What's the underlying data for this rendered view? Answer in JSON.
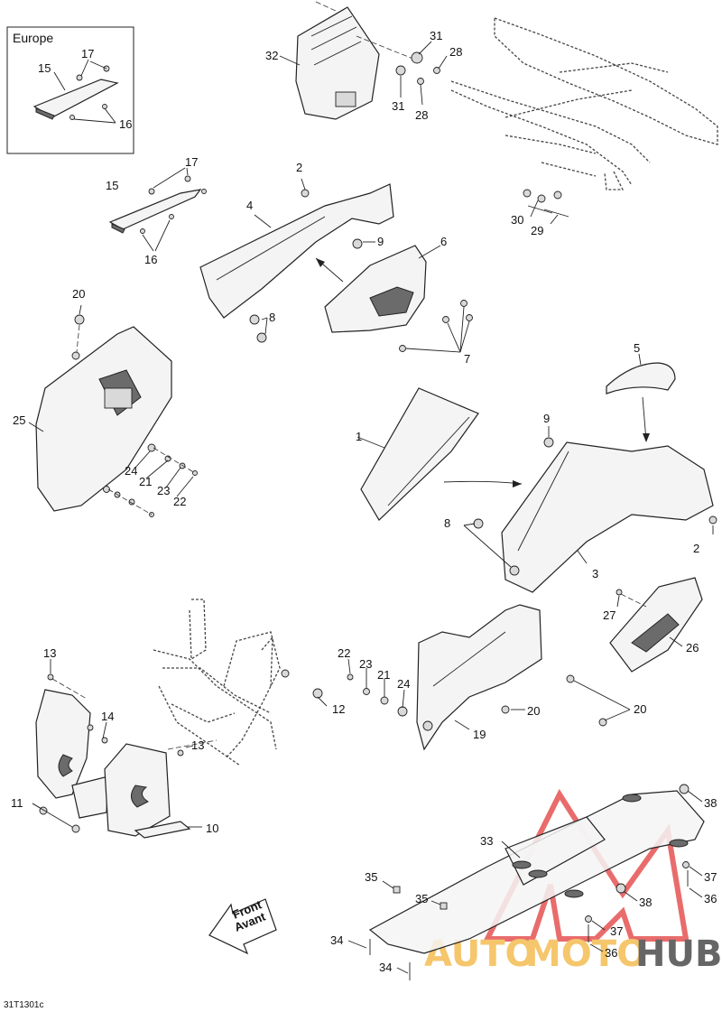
{
  "inset": {
    "title": "Europe"
  },
  "callouts": {
    "c1": "1",
    "c2a": "2",
    "c2b": "2",
    "c3": "3",
    "c4": "4",
    "c5": "5",
    "c6": "6",
    "c7": "7",
    "c8a": "8",
    "c8b": "8",
    "c9a": "9",
    "c9b": "9",
    "c10": "10",
    "c11": "11",
    "c12": "12",
    "c13a": "13",
    "c13b": "13",
    "c14": "14",
    "c15a": "15",
    "c15b": "15",
    "c16a": "16",
    "c16b": "16",
    "c17a": "17",
    "c17b": "17",
    "c19": "19",
    "c20a": "20",
    "c20b": "20",
    "c20c": "20",
    "c21a": "21",
    "c21b": "21",
    "c22a": "22",
    "c22b": "22",
    "c23a": "23",
    "c23b": "23",
    "c24a": "24",
    "c24b": "24",
    "c25": "25",
    "c26": "26",
    "c27": "27",
    "c28a": "28",
    "c28b": "28",
    "c29": "29",
    "c30": "30",
    "c31a": "31",
    "c31b": "31",
    "c32": "32",
    "c33": "33",
    "c34a": "34",
    "c34b": "34",
    "c35a": "35",
    "c35b": "35",
    "c36a": "36",
    "c36b": "36",
    "c37a": "37",
    "c37b": "37",
    "c38a": "38",
    "c38b": "38"
  },
  "direction": {
    "line1": "Front",
    "line2": "Avant"
  },
  "reference": "31T1301c",
  "watermark": {
    "auto": "AUTO",
    "moto": "MOTO",
    "hub": "HUB",
    "color_primary": "#f2b43c",
    "color_secondary": "#333333",
    "color_logo": "#e23b3b"
  }
}
